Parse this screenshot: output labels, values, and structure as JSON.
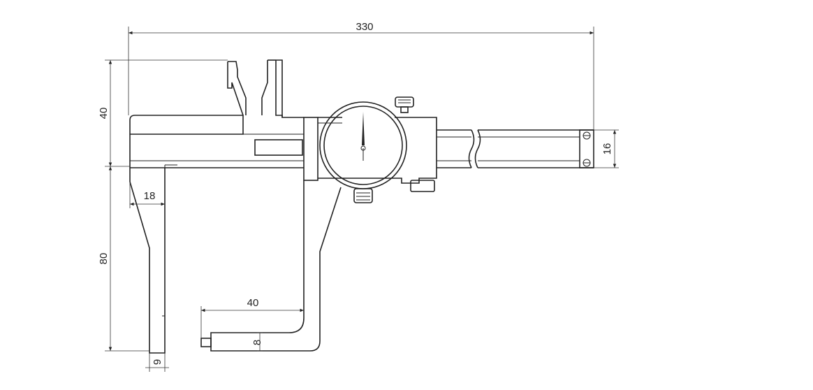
{
  "dimensions": {
    "overall_length": "330",
    "jaw_height": "40",
    "beam_width": "16",
    "depth_80": "80",
    "left_step_18": "18",
    "hook_reach_40": "40",
    "hook_thickness_8": "8",
    "tip_width_9": "9"
  }
}
